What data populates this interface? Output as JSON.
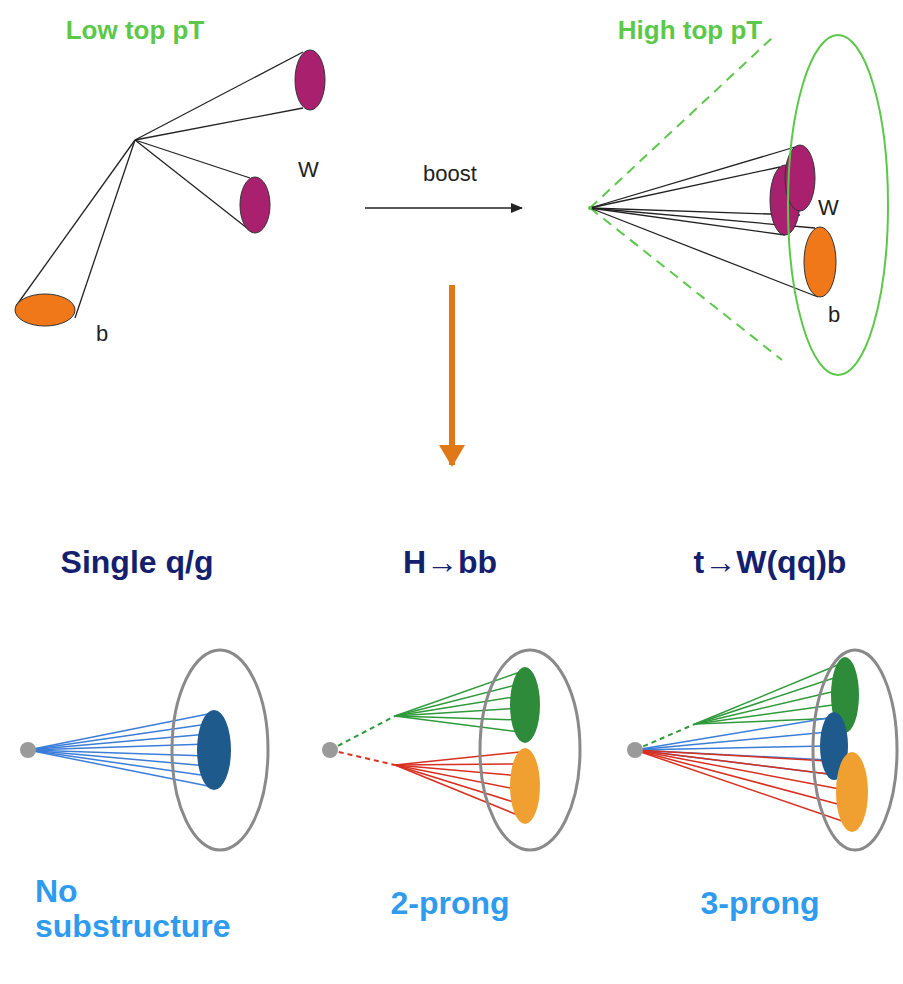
{
  "diagram": {
    "labels": [
      "Low top pT",
      "High top pT",
      "W",
      "b",
      "boost",
      "W",
      "b",
      "Single q/g",
      "H→bb",
      "t→W(qq)b",
      "No substructure",
      "2-prong",
      "3-prong"
    ]
  }
}
